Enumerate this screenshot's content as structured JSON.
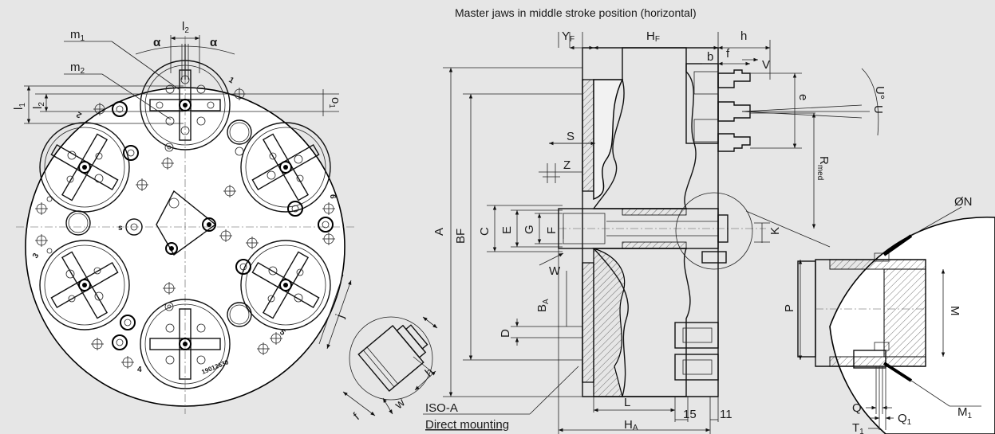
{
  "title": "Master jaws in middle stroke position (horizontal)",
  "left_view": {
    "labels": {
      "m1": "m",
      "m1_sub": "1",
      "m2": "m",
      "m2_sub": "2",
      "l2": "l",
      "l2_sub": "2",
      "l1": "l",
      "l1_sub": "1",
      "l2_side": "l",
      "l2_side_sub": "2",
      "o1": "o",
      "o1_sub": "1",
      "alpha_left": "α",
      "alpha_right": "α",
      "j": "j",
      "s": "s",
      "serial": "19012630"
    },
    "station_numbers": [
      "1",
      "2",
      "3",
      "4",
      "5",
      "6"
    ]
  },
  "detail_jaw": {
    "labels": {
      "h": "h",
      "f": "f",
      "w": "w"
    }
  },
  "section_view": {
    "labels": {
      "YF": "Y",
      "YF_sub": "F",
      "HF": "H",
      "HF_sub": "F",
      "h": "h",
      "b": "b",
      "f": "f",
      "V": "V",
      "e": "e",
      "U_deg": "U°",
      "U": "U",
      "S": "S",
      "Z": "Z",
      "Rmed": "R",
      "Rmed_sub": "med",
      "A": "A",
      "BF": "BF",
      "C": "C",
      "E": "E",
      "G": "G",
      "F": "F",
      "K": "K",
      "W": "W",
      "BA": "B",
      "BA_sub": "A",
      "D": "D",
      "L": "L",
      "HA": "H",
      "HA_sub": "A",
      "dim15": "15",
      "dim11": "11",
      "iso": "ISO-A",
      "direct": "Direct mounting"
    }
  },
  "detail_view": {
    "labels": {
      "N": "ØN",
      "P": "P",
      "M": "M",
      "M1": "M",
      "M1_sub": "1",
      "Q": "Q",
      "Q1": "Q",
      "Q1_sub": "1",
      "T1": "T",
      "T1_sub": "1"
    }
  }
}
